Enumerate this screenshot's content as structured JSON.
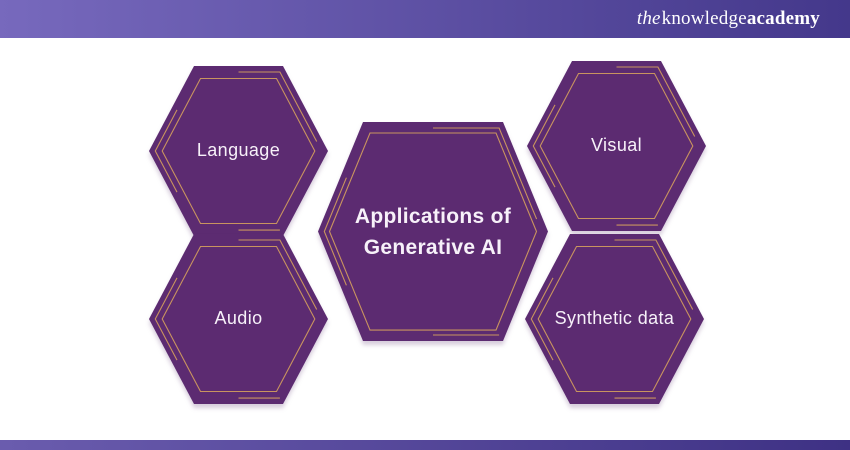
{
  "header": {
    "logo_the": "the",
    "logo_knowledge": "knowledge",
    "logo_academy": "academy"
  },
  "diagram": {
    "center": {
      "line1": "Applications of",
      "line2": "Generative AI"
    },
    "hexagons": [
      {
        "id": "language",
        "label": "Language"
      },
      {
        "id": "visual",
        "label": "Visual"
      },
      {
        "id": "audio",
        "label": "Audio"
      },
      {
        "id": "synthetic-data",
        "label": "Synthetic data"
      }
    ],
    "colors": {
      "hexagon_fill": "#5c2b71",
      "accent_line": "#c9945f",
      "label_text": "#f7f1f9"
    }
  },
  "theme": {
    "header_gradient_from": "#7769bd",
    "header_gradient_to": "#44388b",
    "footer_gradient_from": "#6a5cae",
    "footer_gradient_to": "#3e3184"
  }
}
